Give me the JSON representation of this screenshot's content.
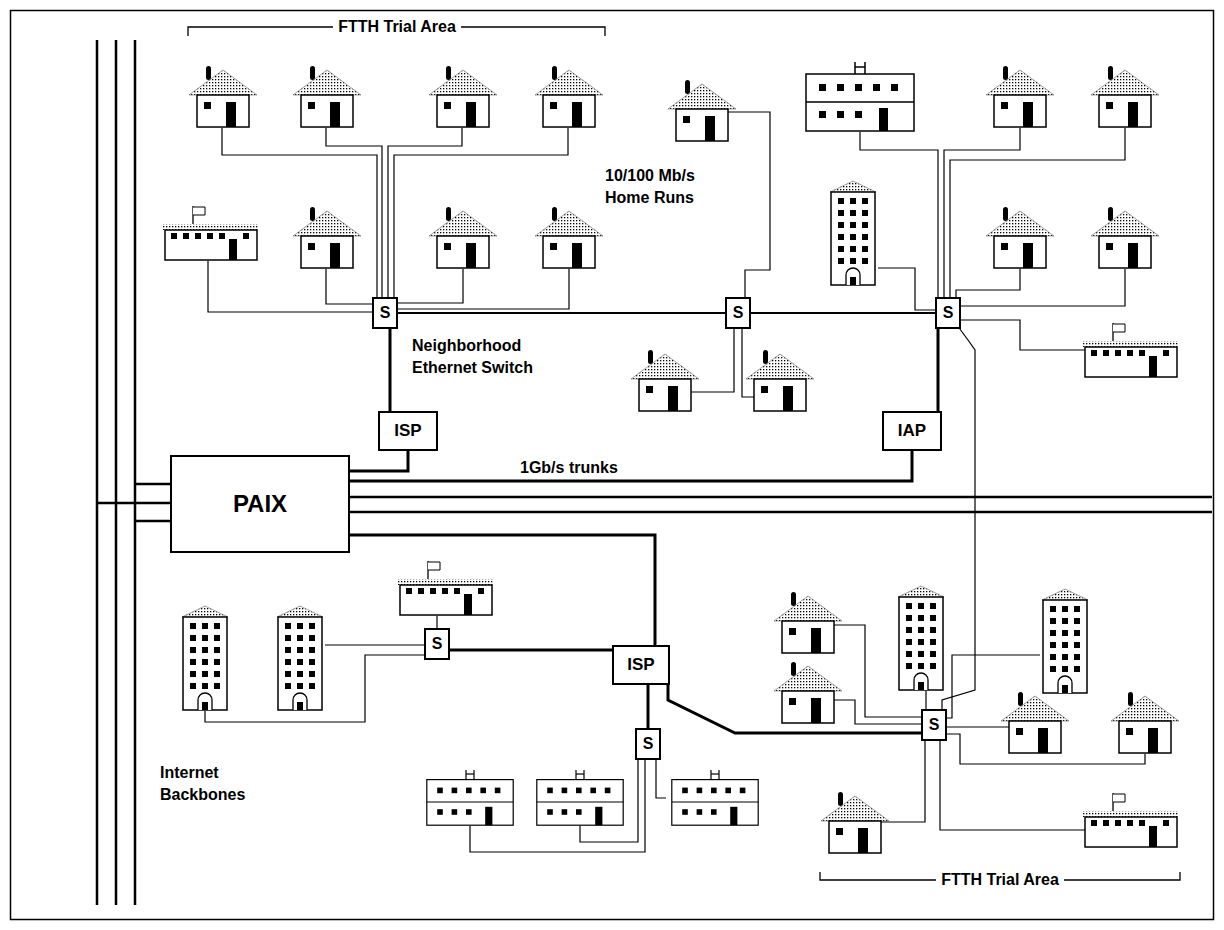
{
  "diagram": {
    "nodes": [
      {
        "text": [
          "S"
        ]
      },
      {
        "text": [
          "S"
        ]
      },
      {
        "text": [
          "S"
        ]
      },
      {
        "text": [
          "ISP"
        ]
      },
      {
        "text": [
          "IAP"
        ]
      },
      {
        "text": [
          "PAIX"
        ]
      },
      {
        "text": [
          "ISP"
        ]
      },
      {
        "text": [
          "S"
        ]
      },
      {
        "text": [
          "S"
        ]
      },
      {
        "text": [
          "S"
        ]
      }
    ],
    "edges": [
      {
        "from": 0,
        "to": 1,
        "arrow": "none"
      },
      {
        "from": 1,
        "to": 2,
        "arrow": "none"
      },
      {
        "from": 0,
        "to": 3,
        "arrow": "none"
      },
      {
        "from": 3,
        "to": 5,
        "arrow": "none"
      },
      {
        "from": 2,
        "to": 4,
        "arrow": "none"
      },
      {
        "from": 4,
        "to": 5,
        "arrow": "none"
      },
      {
        "from": 5,
        "to": 6,
        "arrow": "none"
      },
      {
        "from": 6,
        "to": 7,
        "arrow": "none"
      },
      {
        "from": 6,
        "to": 8,
        "arrow": "none"
      },
      {
        "from": 6,
        "to": 9,
        "arrow": "none"
      },
      {
        "from": 2,
        "to": 9,
        "arrow": "none"
      }
    ],
    "labels": [
      "FTTH Trial Area",
      "10/100 Mb/s Home Runs",
      "Neighborhood Ethernet Switch",
      "1Gb/s trunks",
      "FTTH Trial Area",
      "Internet Backbones"
    ]
  }
}
